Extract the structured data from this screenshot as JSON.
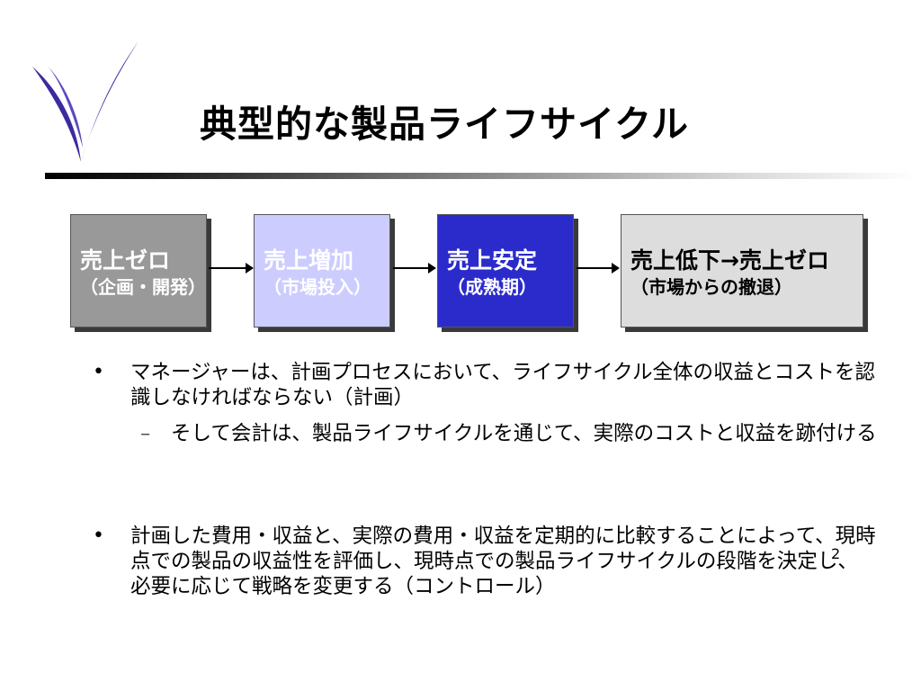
{
  "slide": {
    "title": "典型的な製品ライフサイクル",
    "page_number": "2"
  },
  "logo": {
    "icon": "v-logo",
    "color": "#3b2ba0"
  },
  "flow": {
    "boxes": [
      {
        "line1": "売上ゼロ",
        "line2": "（企画・開発）",
        "bg": "#999999",
        "fg": "#ffffff"
      },
      {
        "line1": "売上増加",
        "line2": "（市場投入）",
        "bg": "#ccccff",
        "fg": "#ffffff"
      },
      {
        "line1": "売上安定",
        "line2": "（成熟期）",
        "bg": "#2b2bcc",
        "fg": "#ffffff"
      },
      {
        "line1": "売上低下→売上ゼロ",
        "line2": "（市場からの撤退）",
        "bg": "#dddddd",
        "fg": "#000000"
      }
    ]
  },
  "bullets": [
    {
      "mark": "•",
      "text": "マネージャーは、計画プロセスにおいて、ライフサイクル全体の収益とコストを認識しなければならない（計画）",
      "sub": {
        "mark": "–",
        "text": "そして会計は、製品ライフサイクルを通じて、実際のコストと収益を跡付ける"
      }
    },
    {
      "mark": "•",
      "text": "計画した費用・収益と、実際の費用・収益を定期的に比較することによって、現時点での製品の収益性を評価し、現時点での製品ライフサイクルの段階を決定し、必要に応じて戦略を変更する（コントロール）"
    }
  ]
}
